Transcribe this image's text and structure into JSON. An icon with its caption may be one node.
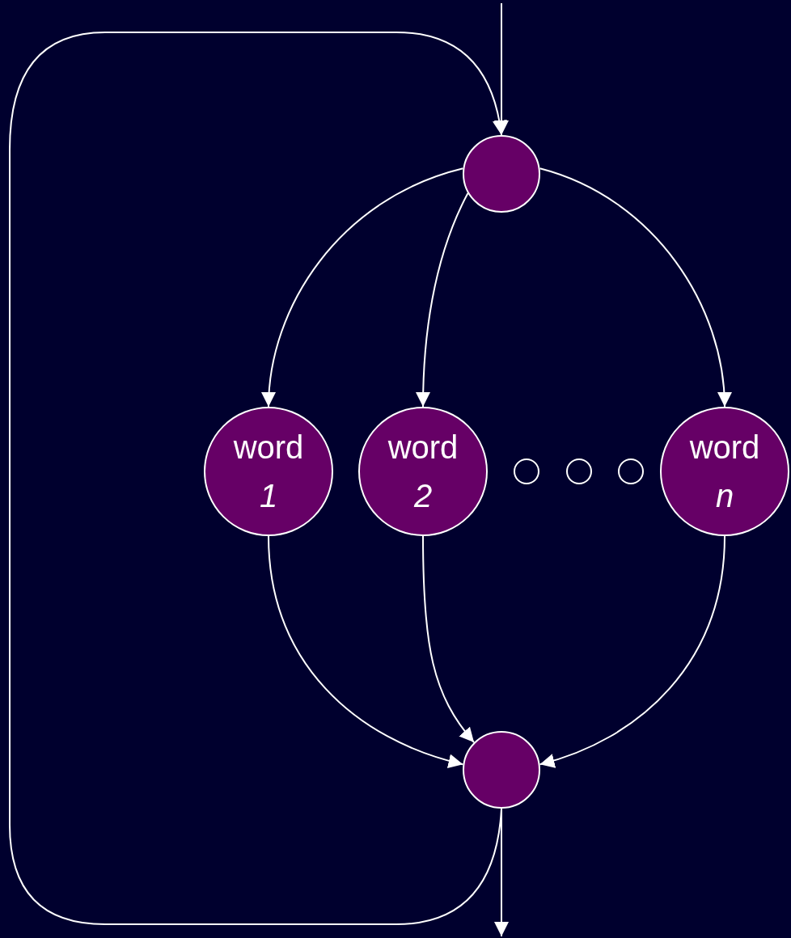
{
  "diagram": {
    "nodes": [
      {
        "text": [],
        "shape": "circle"
      },
      {
        "text": [
          "word *1*"
        ]
      },
      {
        "text": [
          "word *2*"
        ]
      },
      {
        "text": [],
        "shape": "circle"
      },
      {
        "text": [],
        "shape": "circle"
      },
      {
        "text": [],
        "shape": "circle"
      },
      {
        "text": [
          "word *n*"
        ]
      },
      {
        "text": [],
        "shape": "circle"
      }
    ],
    "edges": [
      {
        "from": null,
        "to": 0,
        "arrow": "to"
      },
      {
        "from": 0,
        "to": 1,
        "arrow": "to"
      },
      {
        "from": 0,
        "to": 2,
        "arrow": "to"
      },
      {
        "from": 0,
        "to": 6,
        "arrow": "to"
      },
      {
        "from": 1,
        "to": 7,
        "arrow": "to"
      },
      {
        "from": 2,
        "to": 7,
        "arrow": "to"
      },
      {
        "from": 6,
        "to": 7,
        "arrow": "to"
      },
      {
        "from": 7,
        "to": null,
        "arrow": "to"
      },
      {
        "from": 7,
        "to": 0,
        "arrow": "to"
      }
    ]
  }
}
